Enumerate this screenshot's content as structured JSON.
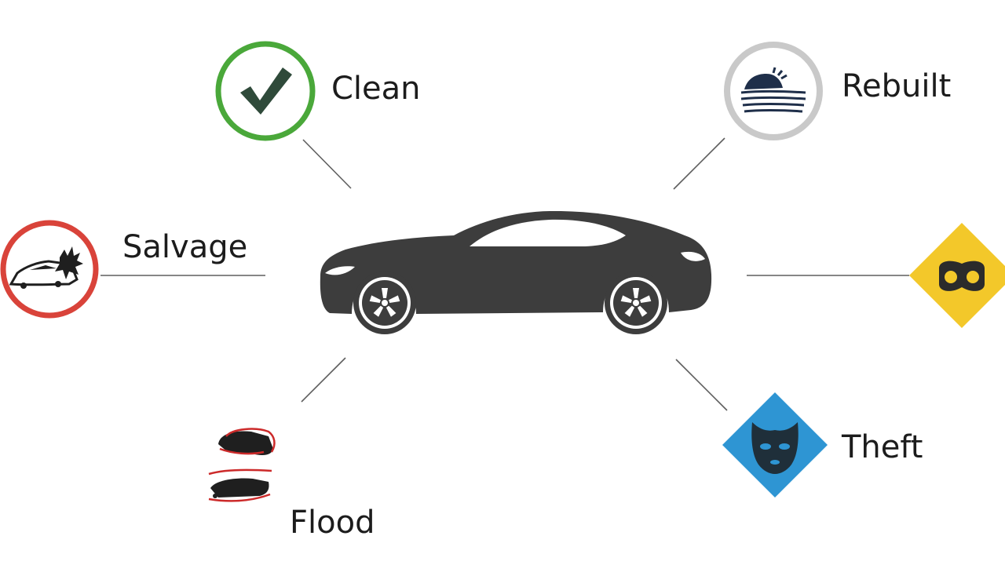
{
  "labels": {
    "clean": "Clean",
    "rebuilt": "Rebuilt",
    "salvage": "Salvage",
    "flood": "Flood",
    "theft": "Theft"
  },
  "colors": {
    "clean": "#4aa83a",
    "rebuilt": "#c9c9c9",
    "salvage": "#d9433a",
    "flood": "#cc2a2a",
    "theft": "#2e95d3",
    "unlabeled_diamond": "#f3c82a",
    "car": "#3d3d3d",
    "connector": "#5e5e5e",
    "icon_dark": "#1f2f4a"
  },
  "icons": {
    "center": "sports-car-icon",
    "clean": "checkmark-icon",
    "rebuilt": "rebuilt-car-lines-icon",
    "salvage": "crashed-car-icon",
    "flood": "flooded-car-icon",
    "theft": "mask-icon",
    "unlabeled": "bandit-mask-icon"
  }
}
